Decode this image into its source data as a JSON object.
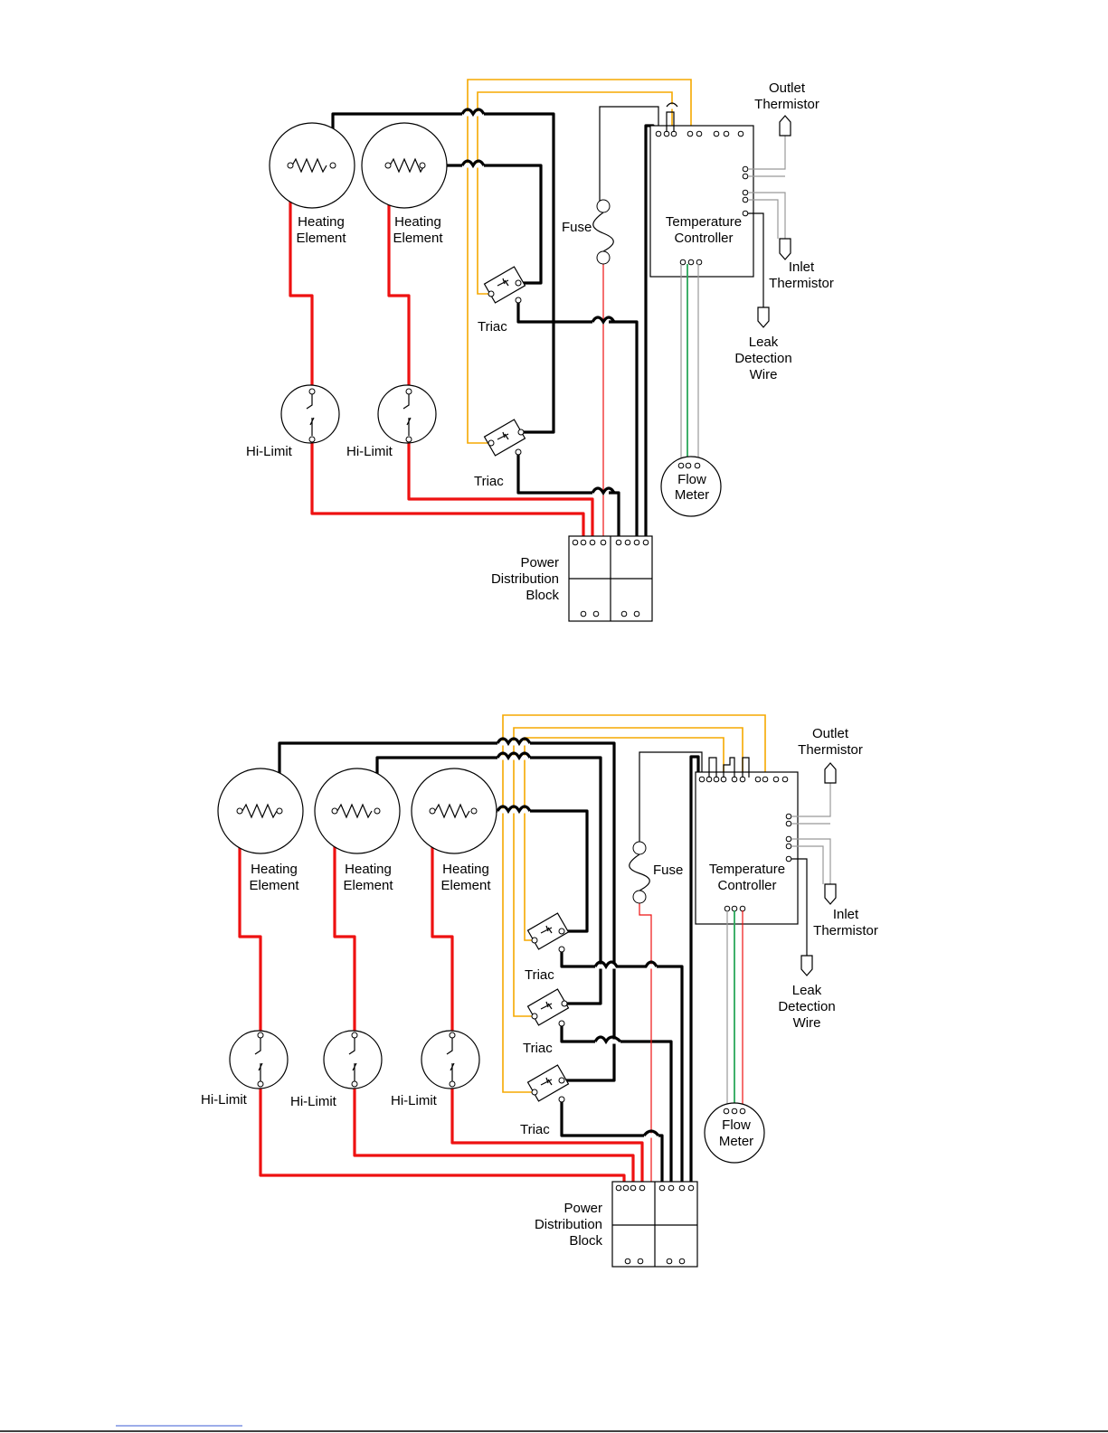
{
  "diagram_top": {
    "labels": {
      "heating_element_1": [
        "Heating",
        "Element"
      ],
      "heating_element_2": [
        "Heating",
        "Element"
      ],
      "hi_limit_1": "Hi-Limit",
      "hi_limit_2": "Hi-Limit",
      "triac_1": "Triac",
      "triac_2": "Triac",
      "fuse": "Fuse",
      "temperature_controller": [
        "Temperature",
        "Controller"
      ],
      "outlet_thermistor": [
        "Outlet",
        "Thermistor"
      ],
      "inlet_thermistor": [
        "Inlet",
        "Thermistor"
      ],
      "leak_detection_wire": [
        "Leak",
        "Detection",
        "Wire"
      ],
      "flow_meter": [
        "Flow",
        "Meter"
      ],
      "power_distribution_block": [
        "Power",
        "Distribution",
        "Block"
      ]
    }
  },
  "diagram_bottom": {
    "labels": {
      "heating_element_1": [
        "Heating",
        "Element"
      ],
      "heating_element_2": [
        "Heating",
        "Element"
      ],
      "heating_element_3": [
        "Heating",
        "Element"
      ],
      "hi_limit_1": "Hi-Limit",
      "hi_limit_2": "Hi-Limit",
      "hi_limit_3": "Hi-Limit",
      "triac_1": "Triac",
      "triac_2": "Triac",
      "triac_3": "Triac",
      "fuse": "Fuse",
      "temperature_controller": [
        "Temperature",
        "Controller"
      ],
      "outlet_thermistor": [
        "Outlet",
        "Thermistor"
      ],
      "inlet_thermistor": [
        "Inlet",
        "Thermistor"
      ],
      "leak_detection_wire": [
        "Leak",
        "Detection",
        "Wire"
      ],
      "flow_meter": [
        "Flow",
        "Meter"
      ],
      "power_distribution_block": [
        "Power",
        "Distribution",
        "Block"
      ]
    }
  },
  "colors": {
    "high_voltage_wire": "#ee1111",
    "power_wire": "#000000",
    "signal_wire": "#f5a800",
    "flow_meter_wire": "#2aa85a",
    "sensor_wire": "#999999"
  }
}
